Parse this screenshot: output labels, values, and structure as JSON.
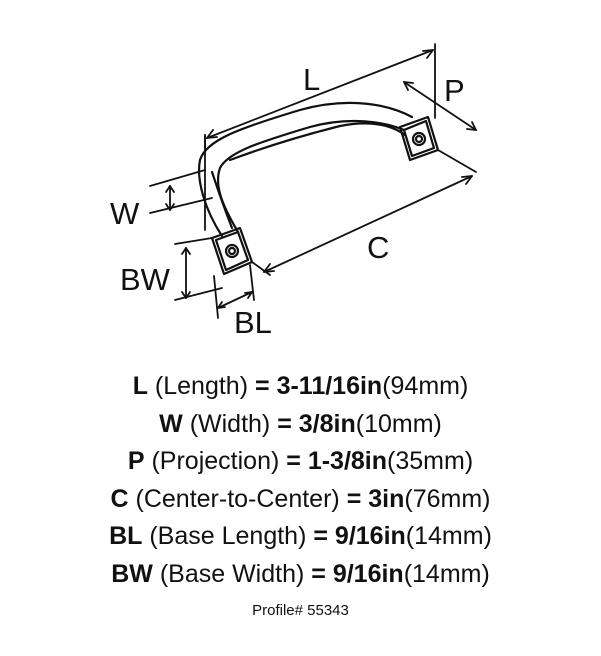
{
  "diagram": {
    "labels": {
      "L": "L",
      "P": "P",
      "W": "W",
      "C": "C",
      "BW": "BW",
      "BL": "BL"
    }
  },
  "specs": [
    {
      "code": "L",
      "name": "(Length)",
      "eq": "=",
      "imperial": "3-11/16in",
      "metric": "(94mm)"
    },
    {
      "code": "W",
      "name": "(Width)",
      "eq": "=",
      "imperial": "3/8in",
      "metric": "(10mm)"
    },
    {
      "code": "P",
      "name": "(Projection)",
      "eq": "=",
      "imperial": "1-3/8in",
      "metric": "(35mm)"
    },
    {
      "code": "C",
      "name": "(Center-to-Center)",
      "eq": "=",
      "imperial": "3in",
      "metric": "(76mm)"
    },
    {
      "code": "BL",
      "name": "(Base Length)",
      "eq": "=",
      "imperial": "9/16in",
      "metric": "(14mm)"
    },
    {
      "code": "BW",
      "name": "(Base Width)",
      "eq": "=",
      "imperial": "9/16in",
      "metric": "(14mm)"
    }
  ],
  "profile": "Profile# 55343"
}
